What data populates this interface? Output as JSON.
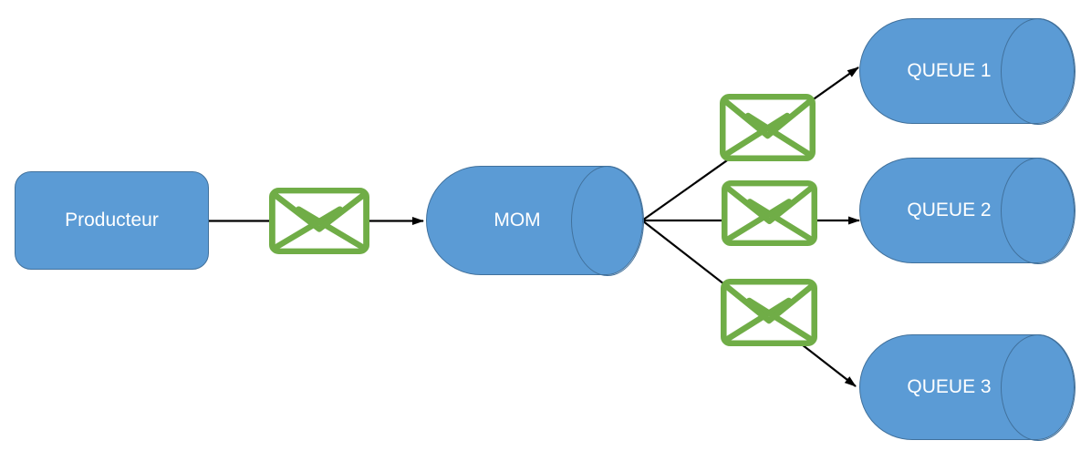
{
  "nodes": {
    "producer": {
      "label": "Producteur",
      "shape": "rounded-rectangle"
    },
    "broker": {
      "label": "MOM",
      "shape": "horizontal-cylinder"
    },
    "queue1": {
      "label": "QUEUE 1",
      "shape": "horizontal-cylinder"
    },
    "queue2": {
      "label": "QUEUE 2",
      "shape": "horizontal-cylinder"
    },
    "queue3": {
      "label": "QUEUE 3",
      "shape": "horizontal-cylinder"
    }
  },
  "edges": [
    {
      "from": "Producteur",
      "to": "MOM",
      "via": "envelope-icon"
    },
    {
      "from": "MOM",
      "to": "QUEUE 1",
      "via": "envelope-icon"
    },
    {
      "from": "MOM",
      "to": "QUEUE 2",
      "via": "envelope-icon"
    },
    {
      "from": "MOM",
      "to": "QUEUE 3",
      "via": "envelope-icon"
    }
  ],
  "icons": {
    "envelope": "envelope-icon"
  },
  "colors": {
    "node_fill": "#5B9BD5",
    "node_border": "#41719C",
    "envelope_green": "#70AD47",
    "arrow": "#000000",
    "background": "#FFFFFF",
    "label_text": "#FFFFFF"
  }
}
